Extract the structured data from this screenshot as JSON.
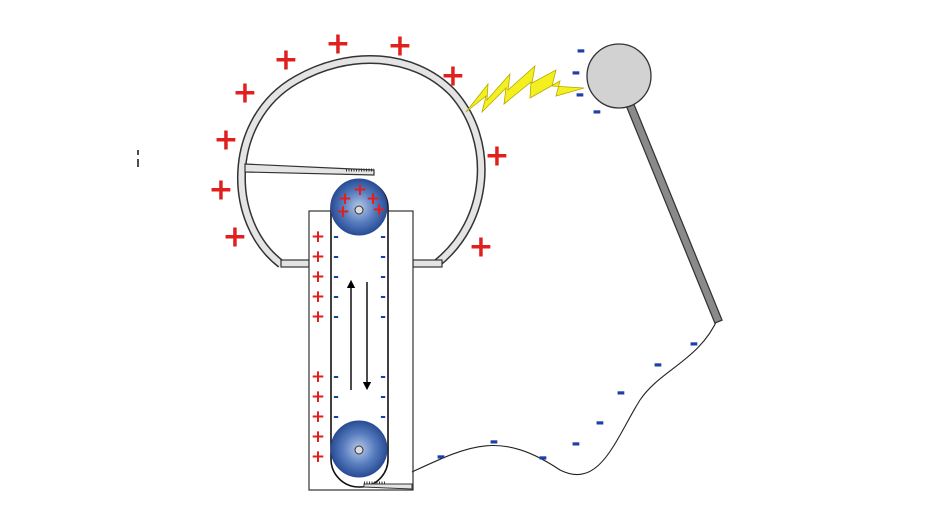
{
  "symbols": {
    "positive": "+",
    "negative": "-"
  },
  "colors": {
    "positive": "#e0201e",
    "negative": "#1e3ea8",
    "dome_fill": "#e4e4e4",
    "dome_stroke": "#333333",
    "spark": "#f4f020",
    "roller": "#3f66b0",
    "sphere": "#d2d2d2",
    "rod": "#8a8a8a"
  },
  "icons": {
    "dome": "hollow-metal-dome",
    "spark": "lightning-bolt",
    "sphere": "discharge-sphere",
    "roller": "belt-roller",
    "arrows": "belt-direction-arrows"
  }
}
